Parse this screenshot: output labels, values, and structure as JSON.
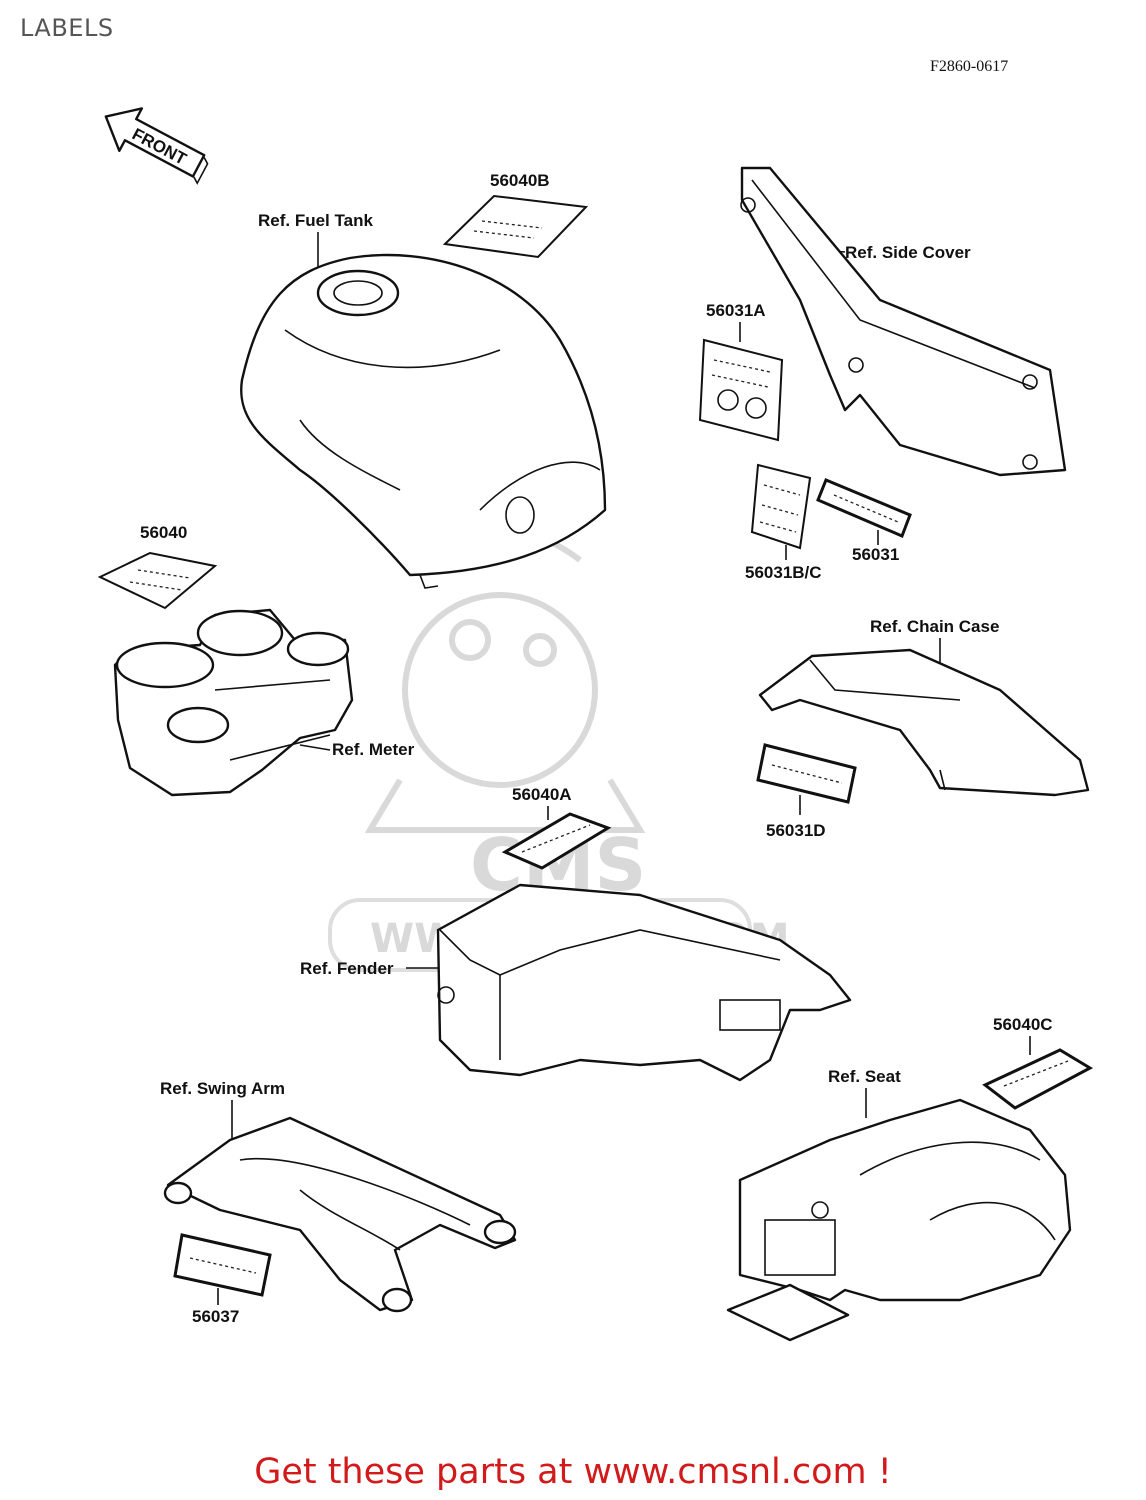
{
  "page": {
    "title": "LABELS",
    "figure_code": "F2860-0617",
    "footer": "Get these parts at www.cmsnl.com !"
  },
  "arrow": {
    "label": "FRONT"
  },
  "watermark": {
    "logo_text": "CMS",
    "url_text": "WWW.CMSNL.COM"
  },
  "labels": {
    "p_56040B": "56040B",
    "ref_fuel_tank": "Ref. Fuel Tank",
    "ref_side_cover": "Ref. Side Cover",
    "p_56031A": "56031A",
    "p_56031BC": "56031B/C",
    "p_56031": "56031",
    "p_56040": "56040",
    "ref_chain_case": "Ref. Chain Case",
    "ref_meter": "Ref. Meter",
    "p_56040A": "56040A",
    "p_56031D": "56031D",
    "ref_fender": "Ref. Fender",
    "p_56040C": "56040C",
    "ref_seat": "Ref. Seat",
    "ref_swing_arm": "Ref. Swing Arm",
    "p_56037": "56037"
  },
  "colors": {
    "footer_text": "#d21a1a",
    "line_art": "#111111",
    "watermark": "#d9d9d9"
  }
}
